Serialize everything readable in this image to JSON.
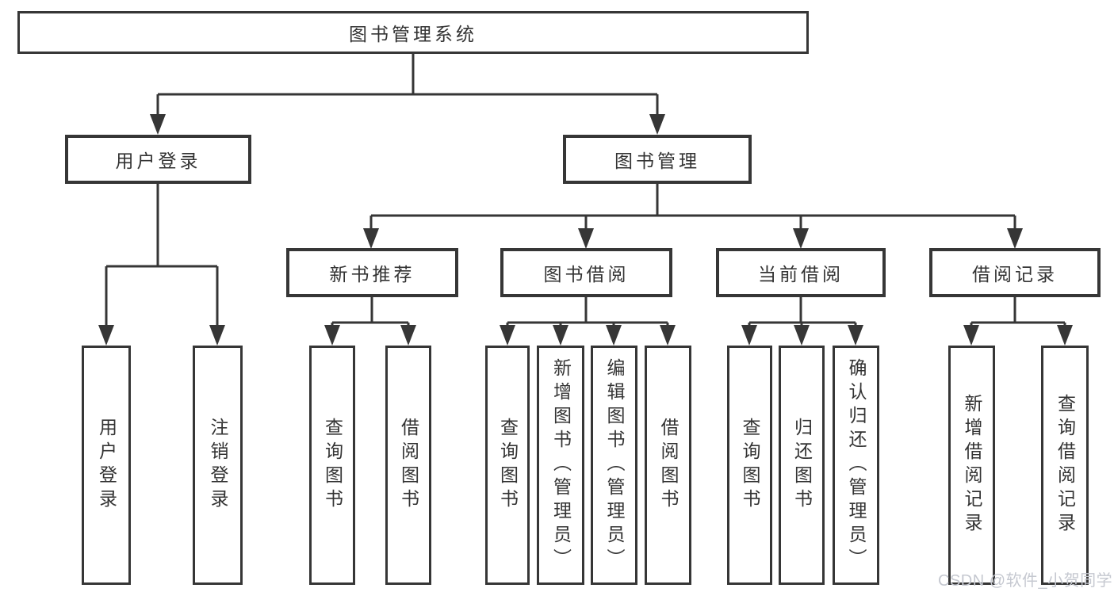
{
  "diagram": {
    "root": "图书管理系统",
    "level2": [
      {
        "label": "用户登录"
      },
      {
        "label": "图书管理"
      }
    ],
    "level3": [
      {
        "label": "新书推荐"
      },
      {
        "label": "图书借阅"
      },
      {
        "label": "当前借阅"
      },
      {
        "label": "借阅记录"
      }
    ],
    "leaves": [
      [
        "用户登录",
        "注销登录"
      ],
      [
        "查询图书",
        "借阅图书"
      ],
      [
        "查询图书",
        "新增图书（管理员）",
        "编辑图书（管理员）",
        "借阅图书"
      ],
      [
        "查询图书",
        "归还图书",
        "确认归还（管理员）"
      ],
      [
        "新增借阅记录",
        "查询借阅记录"
      ]
    ]
  },
  "watermark": "CSDN @软件_小贺同学",
  "colors": {
    "line": "#363636",
    "text": "#333333",
    "background": "#ffffff",
    "watermark": "#c5c8d0"
  }
}
